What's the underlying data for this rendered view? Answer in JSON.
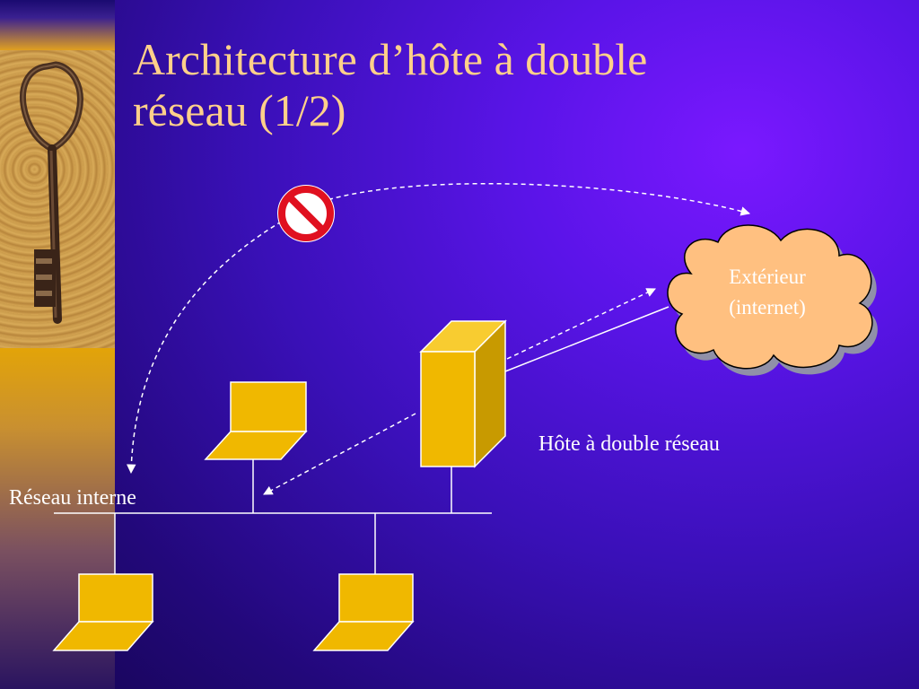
{
  "title": {
    "line1": "Architecture d’hôte à double",
    "line2": "réseau (1/2)"
  },
  "diagram": {
    "cloud_line1": "Extérieur",
    "cloud_line2": "(internet)",
    "host_label": "Hôte à double réseau",
    "network_label": "Réseau interne"
  },
  "colors": {
    "title": "#ffd08a",
    "node_fill": "#f0b800",
    "cloud_fill": "#ffc080",
    "forbidden": "#e01020"
  },
  "icons": {
    "forbidden": "no-entry-icon",
    "key": "key-icon"
  }
}
